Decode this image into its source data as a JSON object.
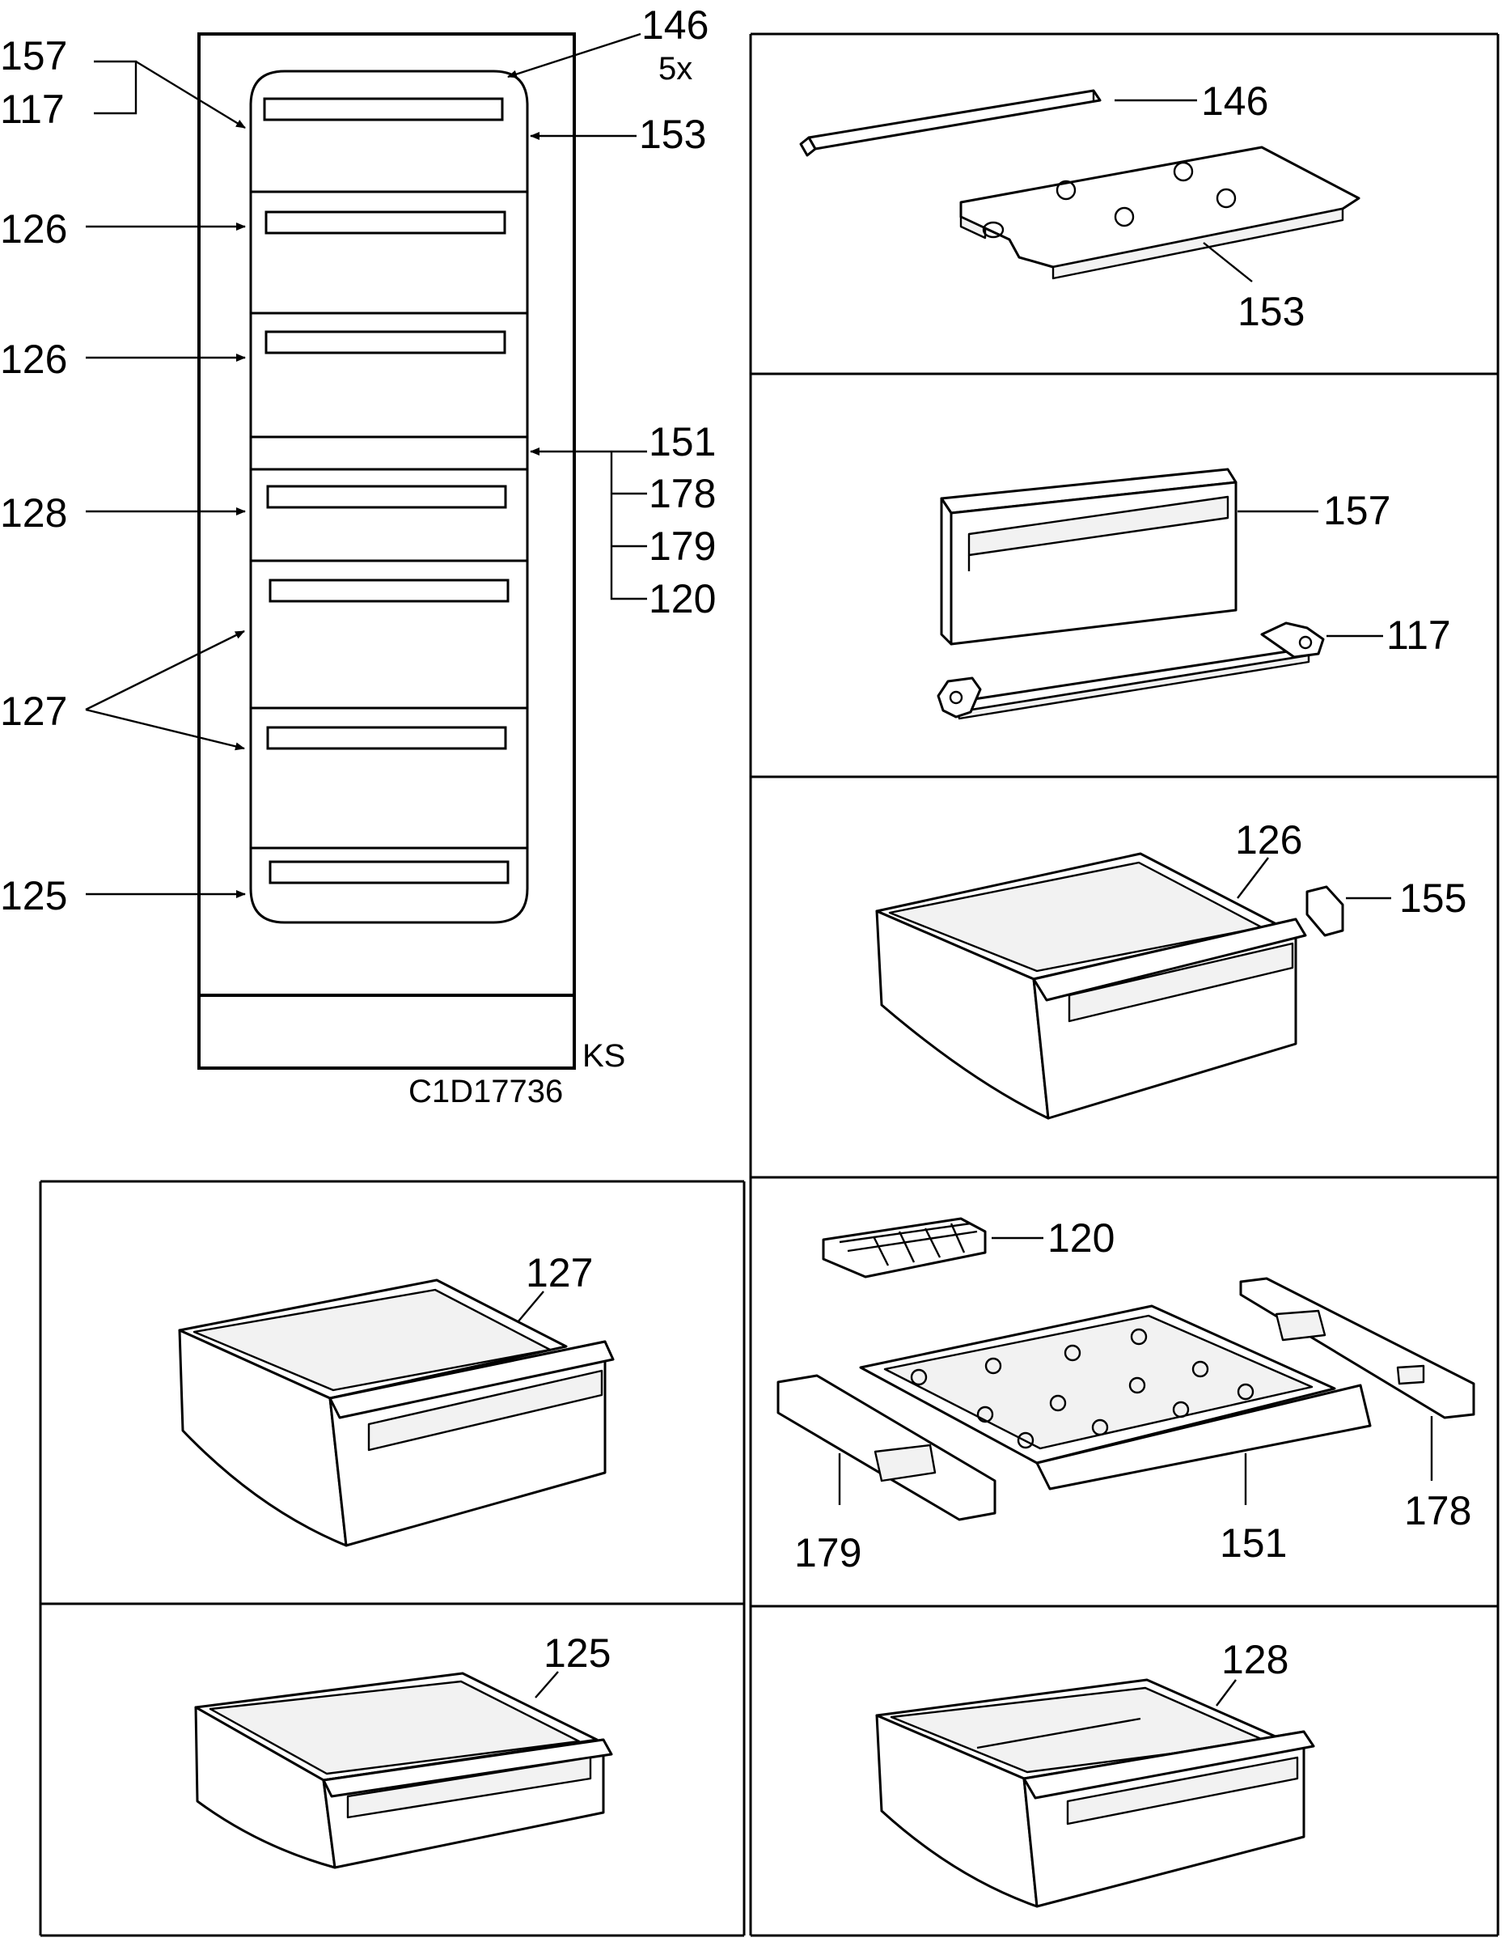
{
  "overview": {
    "callouts": {
      "c157": "157",
      "c117": "117",
      "c146": "146",
      "c146_qty": "5x",
      "c153": "153",
      "c126a": "126",
      "c126b": "126",
      "c151": "151",
      "c178": "178",
      "c179": "179",
      "c120": "120",
      "c128": "128",
      "c127": "127",
      "c125": "125"
    },
    "model_suffix": "KS",
    "drawing_id": "C1D17736"
  },
  "details": {
    "shelf": {
      "rail_label": "146",
      "plate_label": "153"
    },
    "flap": {
      "front_label": "157",
      "hinge_label": "117"
    },
    "drawer_126": {
      "drawer_label": "126",
      "stop_label": "155"
    },
    "drawer_127": {
      "drawer_label": "127"
    },
    "ice_shelf": {
      "tray_label": "120",
      "left_rail_label": "179",
      "shelf_label": "151",
      "right_rail_label": "178"
    },
    "drawer_125": {
      "drawer_label": "125"
    },
    "drawer_128": {
      "drawer_label": "128"
    }
  }
}
